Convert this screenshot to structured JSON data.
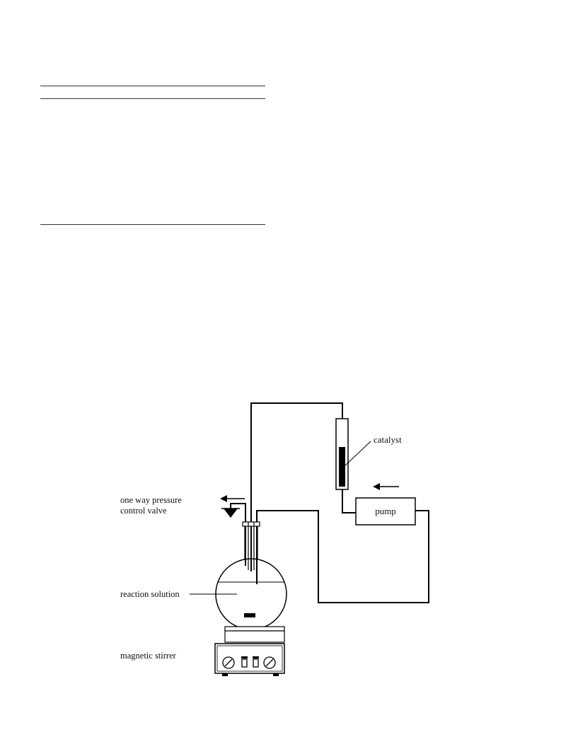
{
  "diagram": {
    "labels": {
      "catalyst": "catalyst",
      "pump": "pump",
      "valve_line1": "one way pressure",
      "valve_line2": "control valve",
      "reaction_solution": "reaction solution",
      "magnetic_stirrer": "magnetic stirrer"
    },
    "colors": {
      "line": "#000000",
      "catalyst_bed": "#000000",
      "table_rule": "#333333"
    }
  }
}
